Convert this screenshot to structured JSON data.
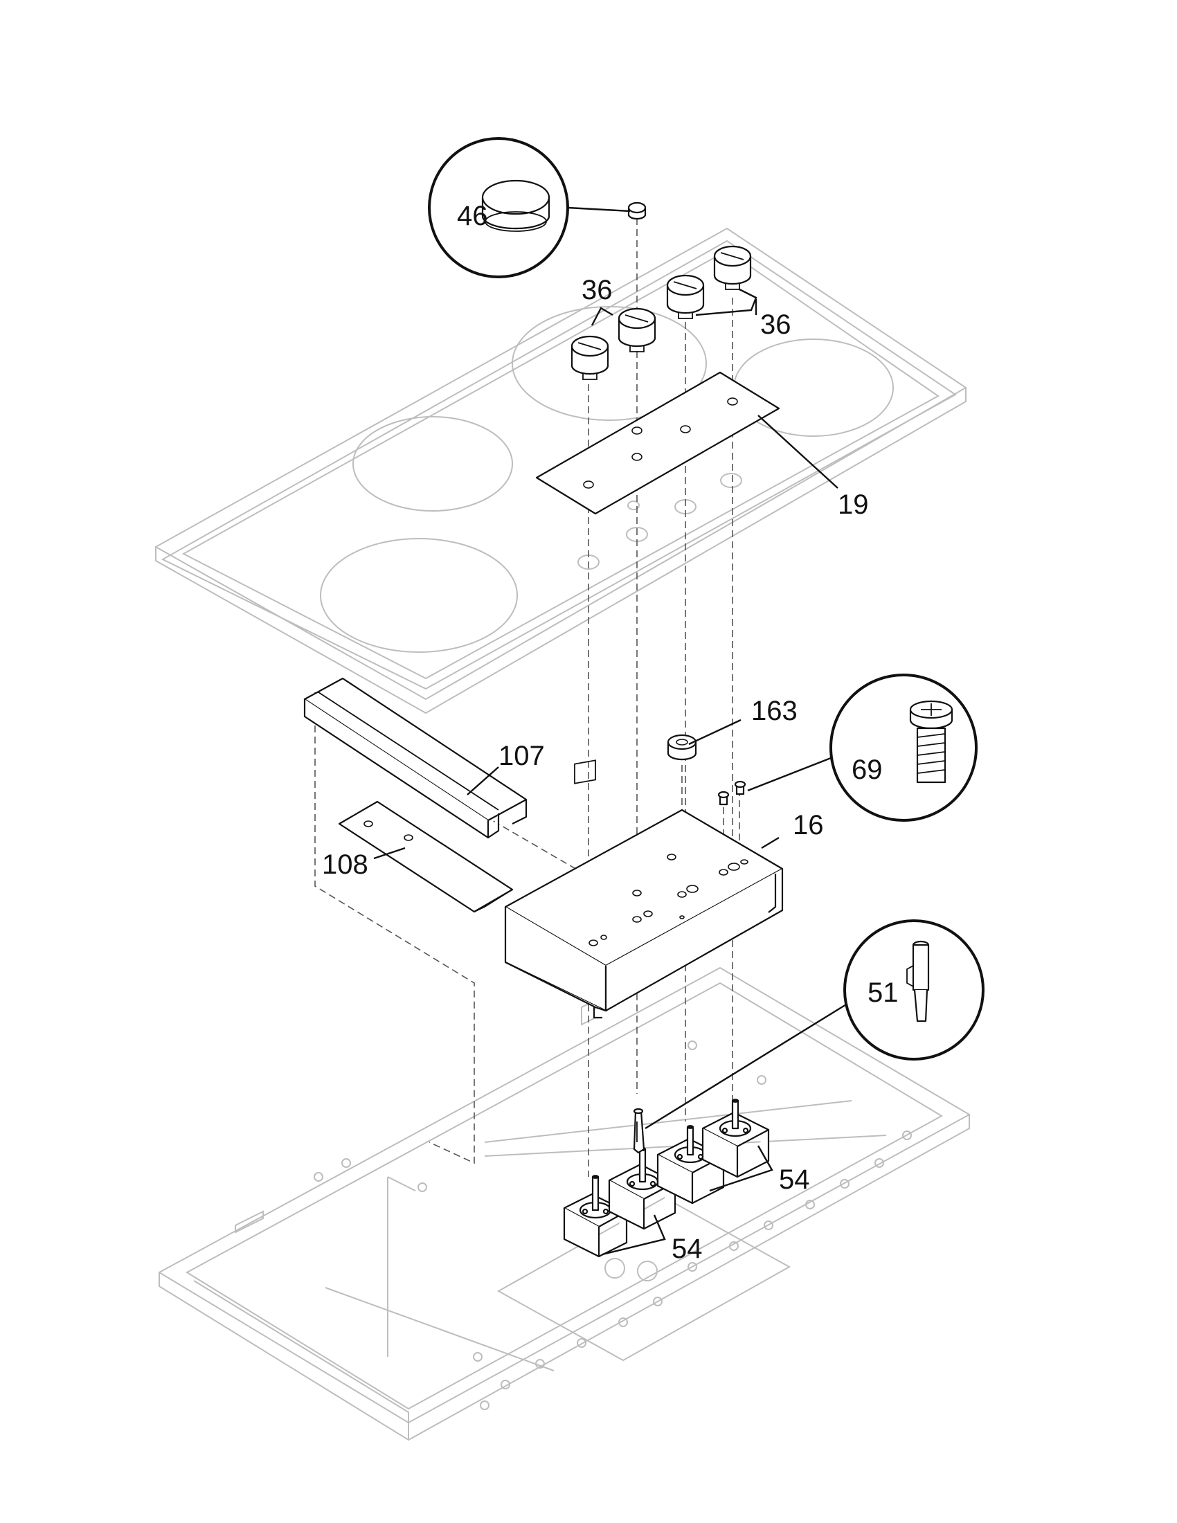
{
  "callouts": {
    "c46": "46",
    "c36a": "36",
    "c36b": "36",
    "c19": "19",
    "c163": "163",
    "c69": "69",
    "c107": "107",
    "c108": "108",
    "c16": "16",
    "c51": "51",
    "c54a": "54",
    "c54b": "54"
  },
  "colors": {
    "line": "#111111",
    "faint": "#bdbdbd",
    "background": "#ffffff"
  }
}
